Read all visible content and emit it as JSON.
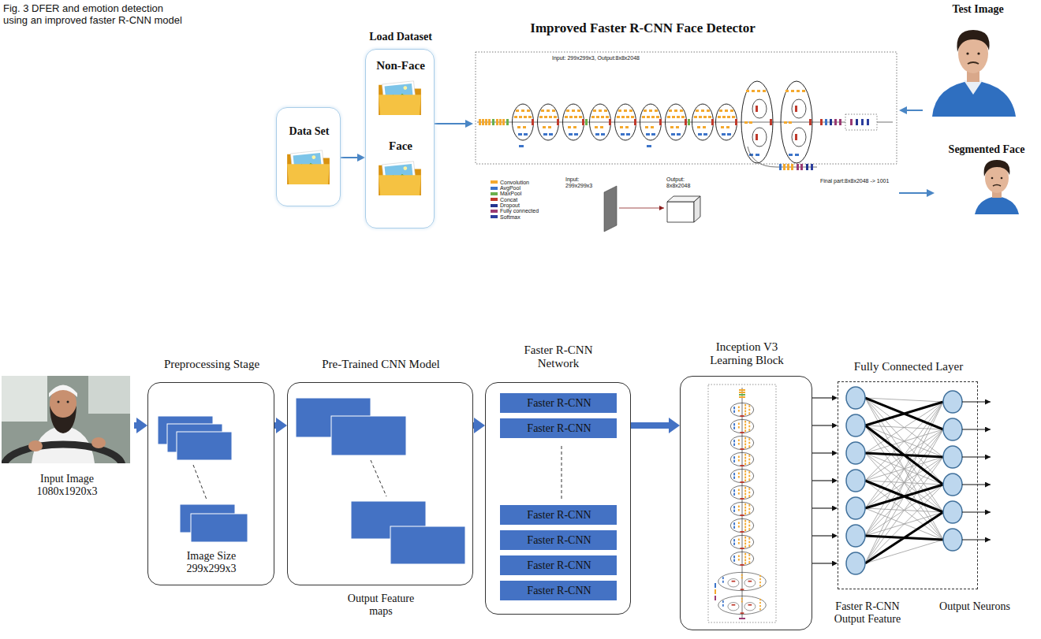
{
  "diagram": {
    "caption": "Fig. 3 DFER and emotion detection using an improved faster R-CNN model",
    "nodes": [
      {
        "text": [
          "Data Set"
        ]
      },
      {
        "text": [
          "Load Dataset",
          "Non-Face",
          "Face"
        ]
      },
      {
        "text": [
          "Improved Faster R-CNN Face Detector",
          "Input: 299x299x3, Output:8x8x2048"
        ]
      },
      {
        "text": [
          "Test Image"
        ]
      },
      {
        "text": [
          "Segmented Face"
        ]
      },
      {
        "text": [
          "Input Image 1080x1920x3"
        ]
      },
      {
        "text": [
          "Preprocessing Stage",
          "Image Size 299x299x3"
        ]
      },
      {
        "text": [
          "Pre-Trained CNN Model",
          "Output Feature maps"
        ]
      },
      {
        "text": [
          "Faster R-CNN Network"
        ]
      },
      {
        "text": [
          "Faster R-CNN"
        ],
        "in": 8
      },
      {
        "text": [
          "Faster R-CNN"
        ],
        "in": 8
      },
      {
        "text": [
          "Faster R-CNN"
        ],
        "in": 8
      },
      {
        "text": [
          "Faster R-CNN"
        ],
        "in": 8
      },
      {
        "text": [
          "Faster R-CNN"
        ],
        "in": 8
      },
      {
        "text": [
          "Faster R-CNN"
        ],
        "in": 8
      },
      {
        "text": [
          "Inception V3 Learning Block"
        ]
      },
      {
        "text": [
          "Fully Connected Layer"
        ]
      }
    ],
    "edges": [
      {
        "from": 0,
        "to": 1,
        "arrow": "to"
      },
      {
        "from": 1,
        "to": 2,
        "arrow": "to"
      },
      {
        "from": 3,
        "to": 2,
        "arrow": "to"
      },
      {
        "from": 2,
        "to": 4,
        "arrow": "to"
      },
      {
        "from": 5,
        "to": 6,
        "arrow": "to"
      },
      {
        "from": 6,
        "to": 7,
        "arrow": "to"
      },
      {
        "from": 7,
        "to": 8,
        "arrow": "to"
      },
      {
        "from": 8,
        "to": 15,
        "arrow": "to"
      },
      {
        "from": 15,
        "to": 16,
        "arrow": "to"
      },
      {
        "from": 15,
        "to": 16,
        "arrow": "to"
      },
      {
        "from": 15,
        "to": 16,
        "arrow": "to"
      },
      {
        "from": 15,
        "to": 16,
        "arrow": "to"
      },
      {
        "from": 15,
        "to": 16,
        "arrow": "to"
      },
      {
        "from": 15,
        "to": 16,
        "arrow": "to"
      },
      {
        "from": 15,
        "to": 16,
        "arrow": "to"
      }
    ],
    "labels": [
      "Input: 299x299x3",
      "Output: 8x8x2048",
      "Final part:8x8x2048 -> 1001",
      "Faster R-CNN Output Feature",
      "Output Neurons"
    ],
    "legend": [
      {
        "text": "Convolution",
        "color": "#f4a92e"
      },
      {
        "text": "AvgPool",
        "color": "#3c74c9"
      },
      {
        "text": "MaxPool",
        "color": "#6ab04c"
      },
      {
        "text": "Concat",
        "color": "#c0392b"
      },
      {
        "text": "Dropout",
        "color": "#23358f"
      },
      {
        "text": "Fully connected",
        "color": "#9b3b73"
      },
      {
        "text": "Softmax",
        "color": "#2c3e9e"
      }
    ]
  }
}
